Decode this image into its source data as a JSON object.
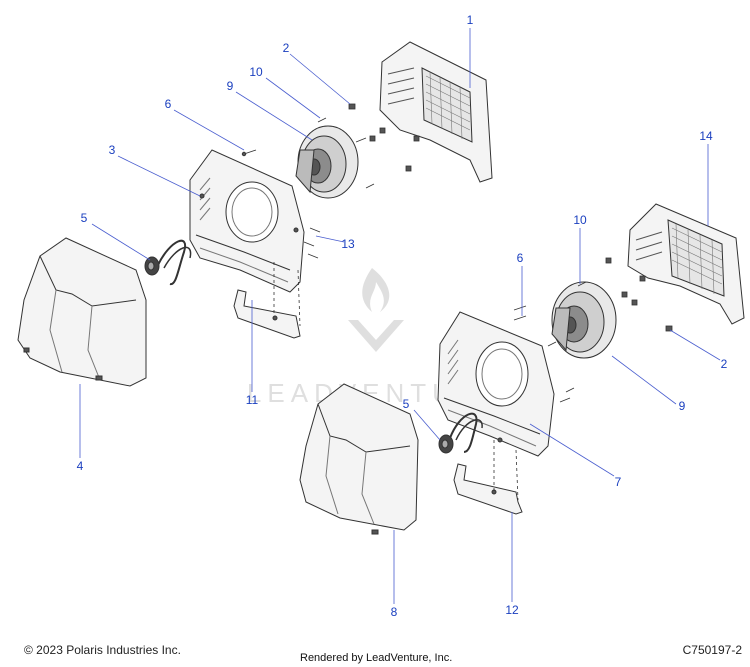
{
  "diagram": {
    "callout_color": "#1a3fbf",
    "leader_color": "#4a5ecf",
    "line_color": "#333333",
    "part_fill": "#f4f4f4",
    "watermark_color": "#d9d9d9"
  },
  "callouts": {
    "c1": "1",
    "c2a": "2",
    "c2b": "2",
    "c3": "3",
    "c4": "4",
    "c5a": "5",
    "c5b": "5",
    "c6a": "6",
    "c6b": "6",
    "c7": "7",
    "c8": "8",
    "c9a": "9",
    "c9b": "9",
    "c10a": "10",
    "c10b": "10",
    "c11": "11",
    "c12": "12",
    "c13": "13",
    "c14": "14"
  },
  "watermark": {
    "text": "LEADVENTURE"
  },
  "footer": {
    "copyright": "© 2023 Polaris Industries Inc.",
    "rendered_by": "Rendered by LeadVenture, Inc.",
    "diagram_id": "C750197-2"
  }
}
